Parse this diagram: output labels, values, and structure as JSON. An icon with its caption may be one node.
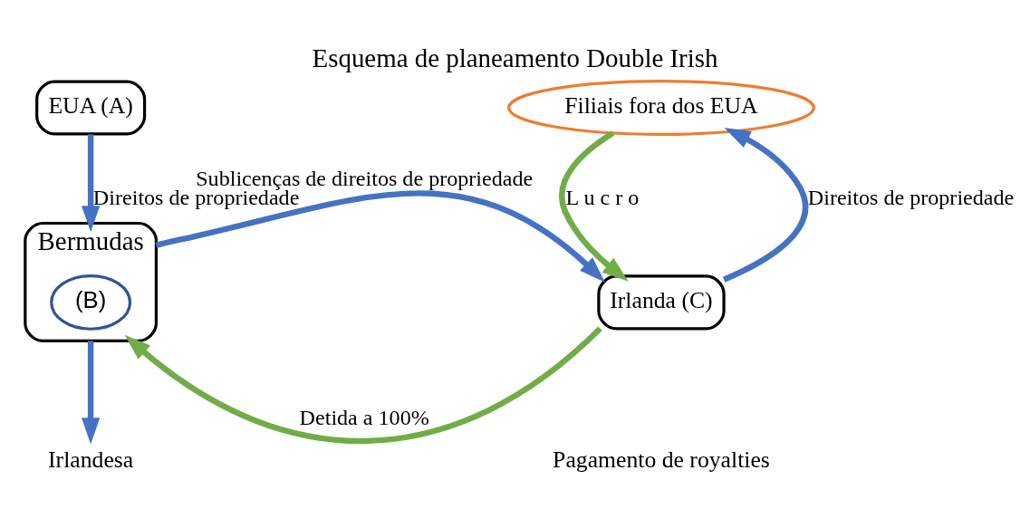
{
  "diagram": {
    "title": "Esquema de planeamento Double Irish",
    "nodes": [
      {
        "text": [
          "EUA (A)"
        ]
      },
      {
        "text": [
          "Filiais fora dos EUA"
        ]
      },
      {
        "text": [
          "Bermudas"
        ]
      },
      {
        "text": [
          "(B)"
        ],
        "in": 2
      },
      {
        "text": [
          "Irlanda (C)"
        ]
      },
      {
        "text": [
          "Irlandesa"
        ]
      }
    ],
    "edges": [
      {
        "from": 0,
        "to": 2,
        "arrow": "to",
        "label": "Direitos de propriedade"
      },
      {
        "from": 2,
        "to": 4,
        "arrow": "to",
        "label": "Sublicenças de direitos de propriedade"
      },
      {
        "from": 4,
        "to": 2,
        "arrow": "to",
        "label": "Detida a 100%",
        "color": "#70ad47"
      },
      {
        "from": 4,
        "to": 1,
        "arrow": "to",
        "label": "Direitos de propriedade"
      },
      {
        "from": 1,
        "to": 4,
        "arrow": "to",
        "label": "L u c r o",
        "color": "#70ad47"
      },
      {
        "from": 2,
        "to": 5,
        "arrow": "to"
      }
    ],
    "labels": [
      "Pagamento de royalties"
    ]
  }
}
